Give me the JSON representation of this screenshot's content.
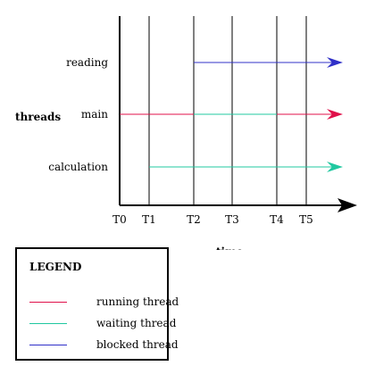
{
  "diagram": {
    "y_axis_label": "threads",
    "x_axis_label": "time",
    "threads": [
      {
        "name": "reading",
        "segments": [
          {
            "from": "T2",
            "to": "end",
            "state": "blocked"
          }
        ]
      },
      {
        "name": "main",
        "segments": [
          {
            "from": "T0",
            "to": "T2",
            "state": "running"
          },
          {
            "from": "T2",
            "to": "T4",
            "state": "waiting"
          },
          {
            "from": "T4",
            "to": "end",
            "state": "running"
          }
        ]
      },
      {
        "name": "calculation",
        "segments": [
          {
            "from": "T1",
            "to": "end",
            "state": "waiting"
          }
        ]
      }
    ],
    "time_marks": [
      "T0",
      "T1",
      "T2",
      "T3",
      "T4",
      "T5"
    ]
  },
  "legend": {
    "title": "LEGEND",
    "items": [
      {
        "state": "running",
        "label": "running thread",
        "color": "#e0104a"
      },
      {
        "state": "waiting",
        "label": "waiting thread",
        "color": "#20c8a0"
      },
      {
        "state": "blocked",
        "label": "blocked thread",
        "color": "#3030c8"
      }
    ]
  }
}
